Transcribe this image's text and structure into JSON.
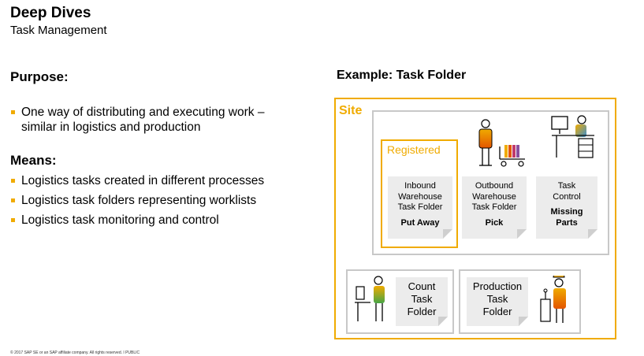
{
  "header": {
    "title": "Deep Dives",
    "subtitle": "Task Management"
  },
  "purpose": {
    "heading": "Purpose:",
    "bullets": [
      "One way of distributing and executing work –\nsimilar in logistics and production"
    ]
  },
  "means": {
    "heading": "Means:",
    "bullets": [
      "Logistics tasks created in different processes",
      "Logistics task folders representing worklists",
      "Logistics task monitoring and control"
    ]
  },
  "example": {
    "heading": "Example: Task Folder",
    "site_label": "Site",
    "registered_label": "Registered",
    "folders": {
      "inbound": {
        "lines": [
          "Inbound",
          "Warehouse",
          "Task Folder"
        ],
        "bold": "Put Away"
      },
      "outbound": {
        "lines": [
          "Outbound",
          "Warehouse",
          "Task Folder"
        ],
        "bold": "Pick"
      },
      "control": {
        "lines": [
          "Task",
          "Control"
        ],
        "bold_lines": [
          "Missing",
          "Parts"
        ]
      },
      "count": {
        "lines": [
          "Count",
          "Task",
          "Folder"
        ]
      },
      "production": {
        "lines": [
          "Production",
          "Task",
          "Folder"
        ]
      }
    }
  },
  "footer": {
    "text": "© 2017 SAP SE or an SAP affiliate company. All rights reserved.   ǀ   PUBLIC"
  },
  "colors": {
    "accent": "#f0ab00",
    "border_gray": "#c8c8c8",
    "doc_gray": "#ececec"
  },
  "icons": [
    "warehouse-worker-icon",
    "trolley-icon",
    "desk-worker-icon",
    "counting-worker-icon",
    "production-worker-icon"
  ]
}
